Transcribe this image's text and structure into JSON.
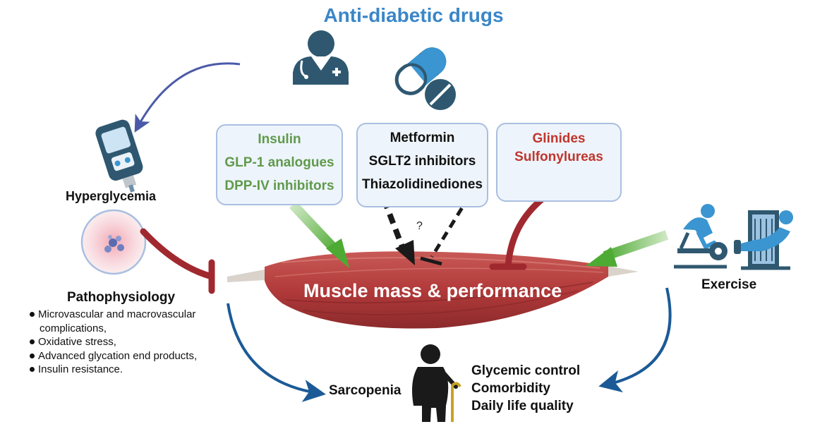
{
  "title": "Anti-diabetic drugs",
  "drug_groups": [
    {
      "lines": [
        "Insulin",
        "GLP-1 analogues",
        "DPP-IV inhibitors"
      ],
      "color": "#5f9a4b",
      "effect": "positive"
    },
    {
      "lines": [
        "Metformin",
        "SGLT2 inhibitors",
        "Thiazolidinediones"
      ],
      "color": "#111111",
      "effect": "uncertain"
    },
    {
      "lines": [
        "Glinides",
        "Sulfonylureas"
      ],
      "color": "#c0362d",
      "effect": "negative"
    }
  ],
  "uncertain_mark": "?",
  "center_label": "Muscle mass & performance",
  "hyperglycemia": {
    "label": "Hyperglycemia",
    "icon": "glucometer-icon"
  },
  "pathophysiology": {
    "label": "Pathophysiology",
    "icon": "blood-cells-icon",
    "items": [
      "Microvascular and macrovascular",
      "complications,",
      "Oxidative stress,",
      "Advanced glycation end products,",
      "Insulin resistance."
    ]
  },
  "exercise": {
    "label": "Exercise",
    "icon": "exercise-bike-icon"
  },
  "sarcopenia": {
    "label": "Sarcopenia",
    "icon": "elderly-person-icon"
  },
  "outcomes": [
    "Glycemic control",
    "Comorbidity",
    "Daily life quality"
  ],
  "colors": {
    "title": "#3a86c8",
    "green_arrow": "#5fb248",
    "inhibit": "#a0292f",
    "blue_arrow": "#1b5a96",
    "muscle": "#b23a3a"
  }
}
